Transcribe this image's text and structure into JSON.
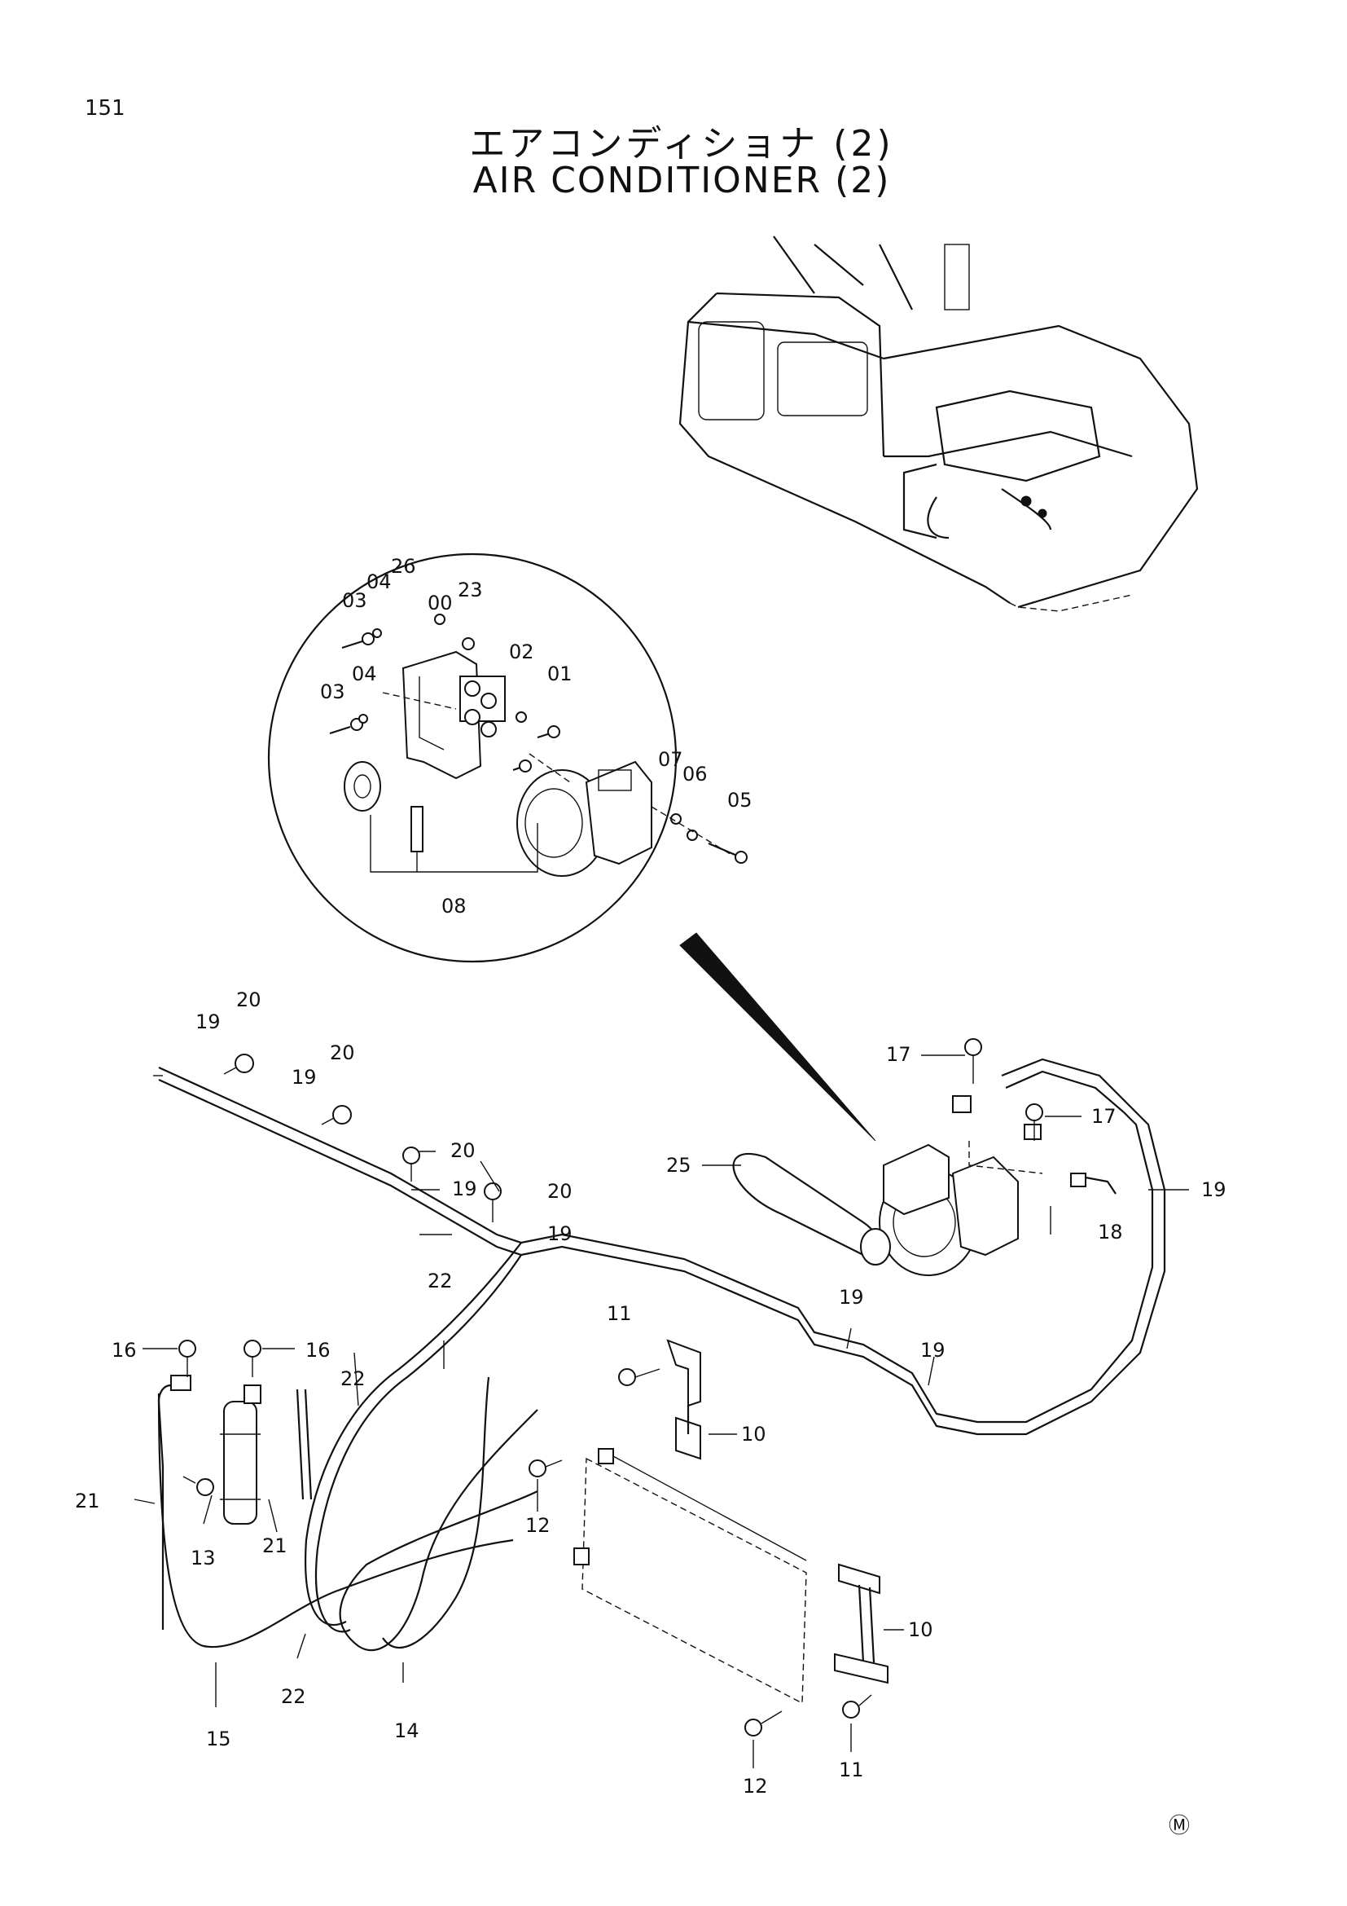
{
  "page_number": "151",
  "title_jp": "エアコンディショナ (2)",
  "title_en": "AIR CONDITIONER (2)",
  "mark": "Ⓜ",
  "callouts": {
    "c00": "00",
    "c01": "01",
    "c02": "02",
    "c03a": "03",
    "c03b": "03",
    "c04a": "04",
    "c04b": "04",
    "c05": "05",
    "c06": "06",
    "c07": "07",
    "c08": "08",
    "c10a": "10",
    "c10b": "10",
    "c11a": "11",
    "c11b": "11",
    "c12a": "12",
    "c12b": "12",
    "c13": "13",
    "c14": "14",
    "c15": "15",
    "c16a": "16",
    "c16b": "16",
    "c17a": "17",
    "c17b": "17",
    "c18": "18",
    "c19a": "19",
    "c19b": "19",
    "c19c": "19",
    "c19d": "19",
    "c19e": "19",
    "c19f": "19",
    "c19g": "19",
    "c20a": "20",
    "c20b": "20",
    "c20c": "20",
    "c20d": "20",
    "c21a": "21",
    "c21b": "21",
    "c22a": "22",
    "c22b": "22",
    "c22c": "22",
    "c23": "23",
    "c25": "25",
    "c26": "26"
  }
}
